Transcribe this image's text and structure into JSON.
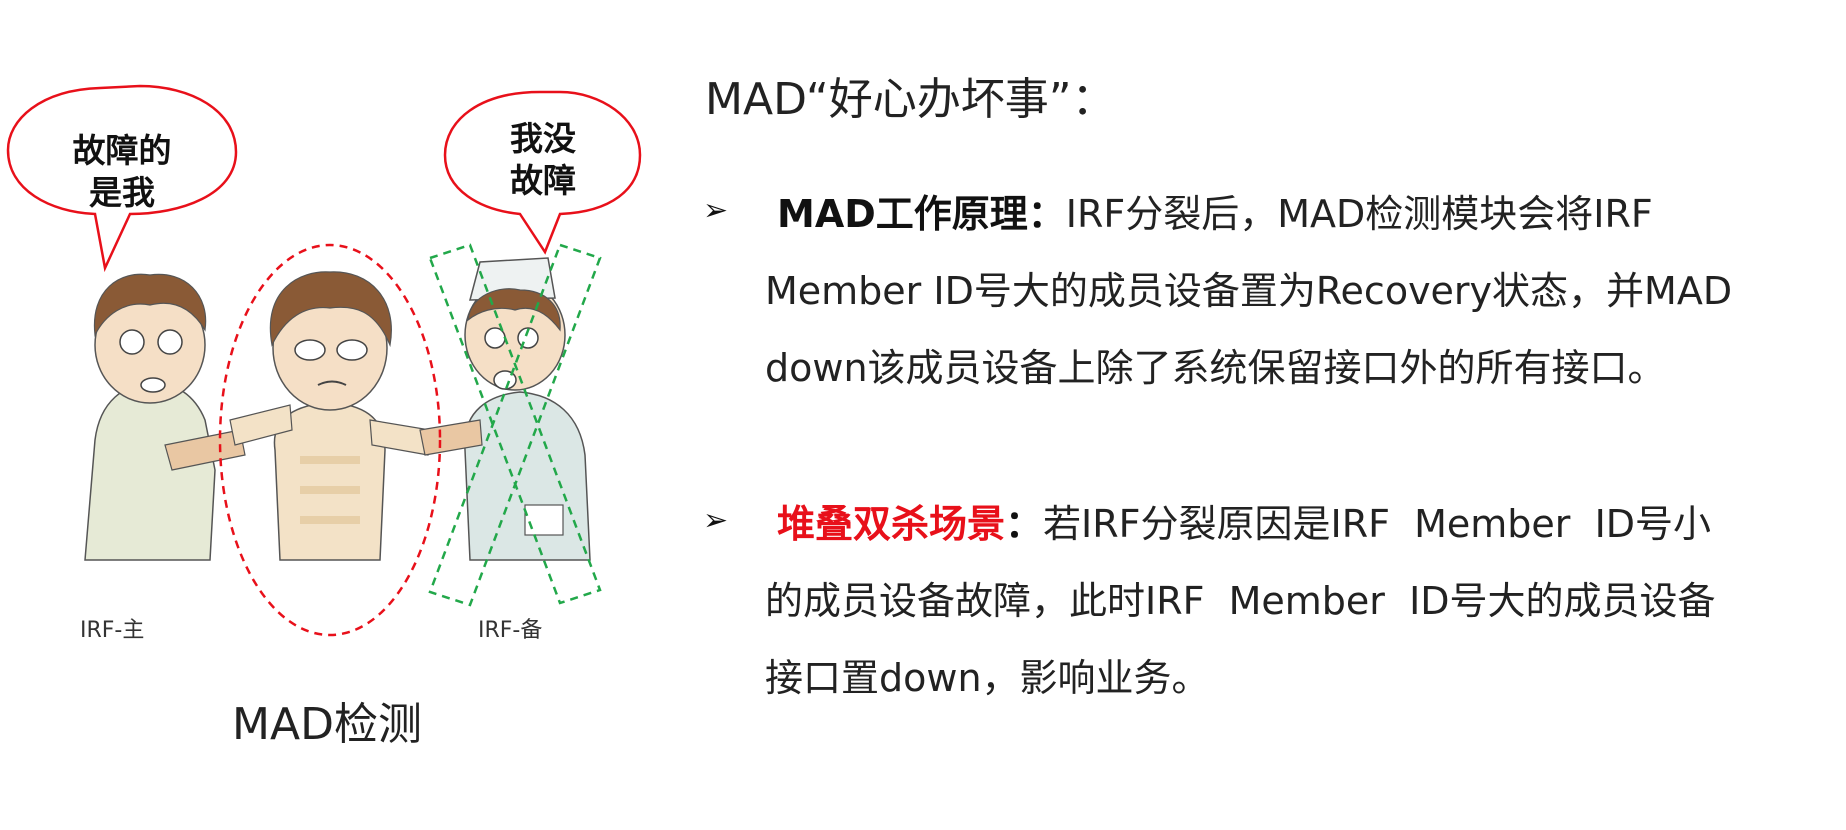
{
  "illustration": {
    "bubble_left": "故障的\n是我",
    "bubble_left_l1": "故障的",
    "bubble_left_l2": "是我",
    "bubble_right_l1": "我没",
    "bubble_right_l2": "故障",
    "label_master": "IRF-主",
    "label_backup": "IRF-备",
    "caption": "MAD检测",
    "colors": {
      "bubble_border": "#e8101a",
      "ellipse": "#e8101a",
      "box": "#22a84a"
    }
  },
  "title": "MAD“好心办坏事”：",
  "bullets": [
    {
      "icon": "arrow-bullet-icon",
      "lead": "MAD工作原理",
      "colon": "：",
      "lines": [
        "IRF分裂后，MAD检测模块会将IRF",
        "Member ID号大的成员设备置为Recovery状态，并MAD",
        "down该成员设备上除了系统保留接口外的所有接口。"
      ]
    },
    {
      "icon": "arrow-bullet-icon",
      "lead": "堆叠双杀场景",
      "colon": "：",
      "lines": [
        "若IRF分裂原因是IRF  Member  ID号小",
        "的成员设备故障，此时IRF  Member  ID号大的成员设备",
        "接口置down，影响业务。"
      ]
    }
  ]
}
